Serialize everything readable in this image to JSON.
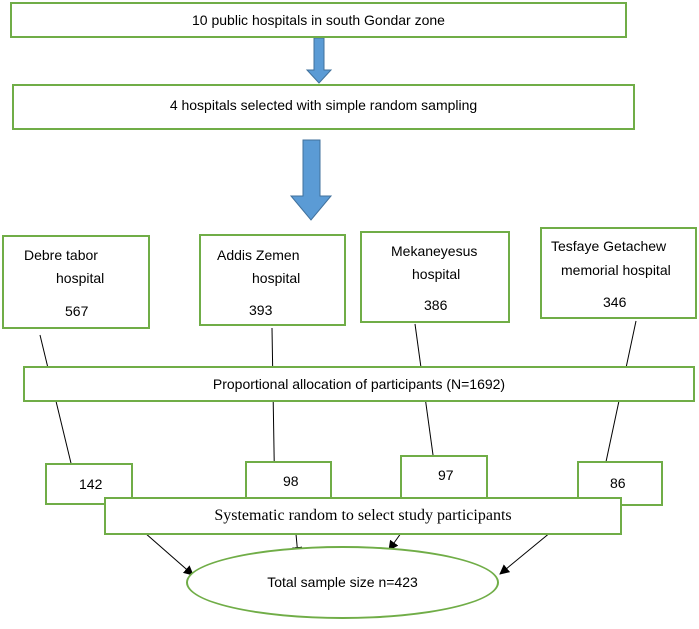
{
  "top_box": {
    "label": "10 public hospitals in south Gondar zone"
  },
  "selection_box": {
    "label": "4 hospitals selected with simple random sampling"
  },
  "hospitals": [
    {
      "line1": "Debre tabor",
      "line2": "hospital",
      "count": "567"
    },
    {
      "line1": "Addis Zemen",
      "line2": "hospital",
      "count": "393"
    },
    {
      "line1": "Mekaneyesus",
      "line2": "hospital",
      "count": "386"
    },
    {
      "line1": "Tesfaye Getachew",
      "line2": "memorial hospital",
      "count": "346"
    }
  ],
  "allocation_box": {
    "label": "Proportional allocation of participants (N=1692)"
  },
  "samples": [
    "142",
    "98",
    "97",
    "86"
  ],
  "systematic_box": {
    "label": "Systematic random to select study participants"
  },
  "total": {
    "label": "Total sample size n=423"
  },
  "colors": {
    "box_border": "#70ad47",
    "down_arrow": "#5b9bd5",
    "down_arrow_border": "#41719c"
  }
}
